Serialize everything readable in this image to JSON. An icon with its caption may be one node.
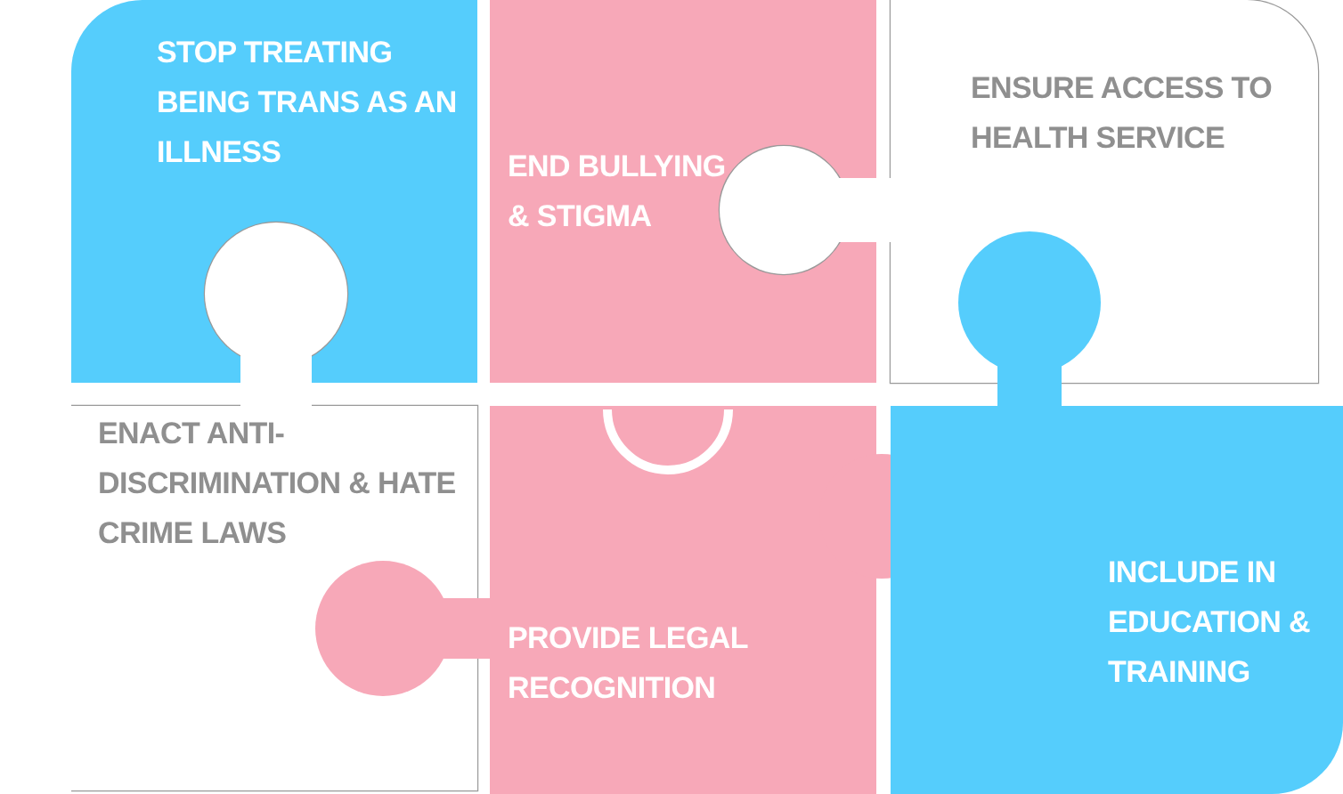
{
  "diagram": {
    "nodes": [
      {
        "text": [
          "STOP TREATING BEING TRANS AS AN ILLNESS"
        ]
      },
      {
        "text": [
          "END BULLYING & STIGMA"
        ]
      },
      {
        "text": [
          "ENSURE ACCESS TO HEALTH SERVICE"
        ]
      },
      {
        "text": [
          "ENACT ANTI-DISCRIMINATION & HATE CRIME LAWS"
        ]
      },
      {
        "text": [
          "PROVIDE LEGAL RECOGNITION"
        ]
      },
      {
        "text": [
          "INCLUDE IN EDUCATION & TRAINING"
        ]
      }
    ]
  }
}
